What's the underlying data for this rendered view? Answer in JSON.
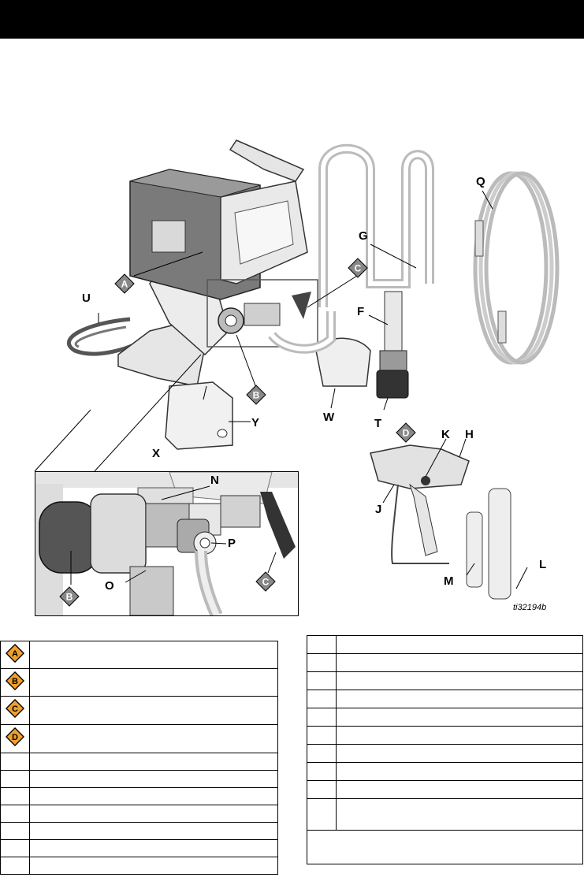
{
  "callouts": {
    "A": "A",
    "B": "B",
    "C": "C",
    "D": "D",
    "U": "U",
    "G": "G",
    "Q": "Q",
    "F": "F",
    "T": "T",
    "W": "W",
    "X": "X",
    "Y": "Y",
    "K": "K",
    "H": "H",
    "J": "J",
    "M": "M",
    "L": "L",
    "N": "N",
    "P": "P",
    "O": "O"
  },
  "figure_id": "ti32194b",
  "colors": {
    "badge_fill": "#f0a02a",
    "badge_stroke": "#000000",
    "header_bar": "#000000"
  },
  "legend_left": {
    "badge_rows": [
      "A",
      "B",
      "C",
      "D"
    ],
    "plain_rows": 7
  },
  "legend_right": {
    "plain_rows": 10
  }
}
